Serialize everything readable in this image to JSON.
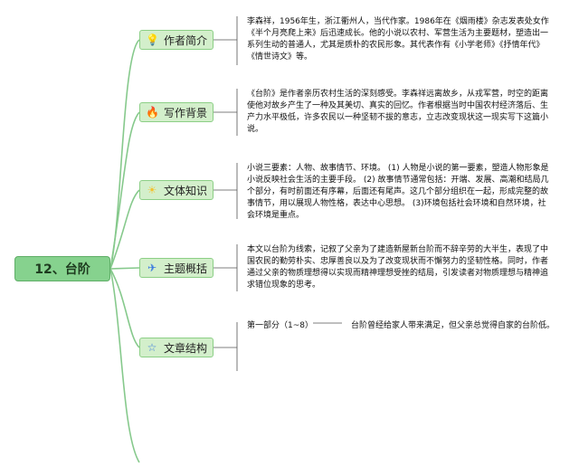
{
  "root": {
    "label": "12、台阶"
  },
  "branches": [
    {
      "label": "作者简介",
      "icon": "lightbulb-icon",
      "icon_glyph": "💡",
      "icon_color": "#f2c230",
      "text": "李森祥，1956年生，浙江衢州人，当代作家。1986年在《烟雨楼》杂志发表处女作《半个月亮爬上来》后迅速成长。他的小说以农村、军营生活为主要题材，塑造出一系列生动的普通人，尤其是质朴的农民形象。其代表作有《小学老师》《抒情年代》《情世诗文》等。"
    },
    {
      "label": "写作背景",
      "icon": "flame-icon",
      "icon_glyph": "🔥",
      "icon_color": "#3a7ae0",
      "text": "《台阶》是作者亲历农村生活的深刻感受。李森祥远离故乡，从戎军营，时空的距离使他对故乡产生了一种及其美切、真实的回忆。作者根据当时中国农村经济落后、生产力水平极低，许多农民以一种坚韧不拔的意志，立志改变现状这一现实写下这篇小说。"
    },
    {
      "label": "文体知识",
      "icon": "sun-icon",
      "icon_glyph": "☀",
      "icon_color": "#f2c230",
      "text": "小说三要素：人物、故事情节、环境。 (1) 人物是小说的第一要素，塑造人物形象是小说反映社会生活的主要手段。 (2) 故事情节通常包括：开端、发展、高潮和结局几个部分，有时前面还有序幕，后面还有尾声。这几个部分组织在一起，形成完整的故事情节，用以展现人物性格，表达中心思想。 (3)环境包括社会环境和自然环境，社会环境是重点。"
    },
    {
      "label": "主题概括",
      "icon": "paper-plane-icon",
      "icon_glyph": "✈",
      "icon_color": "#3a7ae0",
      "text": "本文以台阶为线索，记叙了父亲为了建造新屋新台阶而不辞辛劳的大半生，表现了中国农民的勤劳朴实、忠厚善良以及为了改变现状而不懈努力的坚韧性格。同时，作者通过父亲的物质理想得以实现而精神理想受挫的结局，引发读者对物质理想与精神追求错位现象的思考。"
    },
    {
      "label": "文章结构",
      "icon": "star-icon",
      "icon_glyph": "☆",
      "icon_color": "#3a7ae0",
      "part_label": "第一部分（1~8）",
      "part_text": "台阶曾经给家人带来满足，但父亲总觉得自家的台阶低。"
    }
  ]
}
